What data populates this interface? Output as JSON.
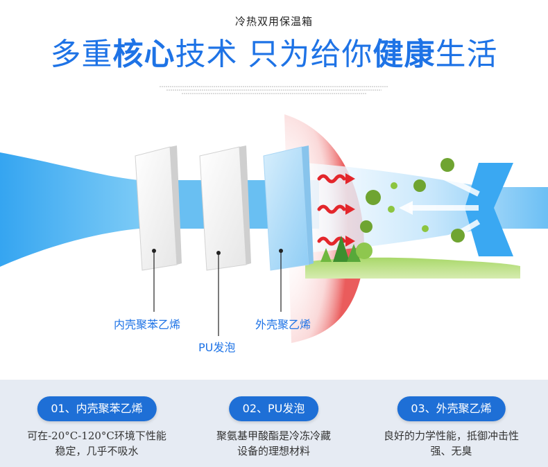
{
  "header": {
    "subtitle": "冷热双用保温箱",
    "headline": {
      "part1": "多重",
      "part2": "核心",
      "part3": "技术 只为给你",
      "part4": "健康",
      "part5": "生活"
    }
  },
  "diagram": {
    "labels": {
      "inner": "内壳聚苯乙烯",
      "middle": "PU发泡",
      "outer": "外壳聚乙烯"
    }
  },
  "features": [
    {
      "title": "01、内壳聚苯乙烯",
      "line1": "可在-20°C-120°C环境下性能",
      "line2": "稳定，几乎不吸水"
    },
    {
      "title": "02、PU发泡",
      "line1": "聚氨基甲酸酯是冷冻冷藏",
      "line2": "设备的理想材料"
    },
    {
      "title": "03、外壳聚乙烯",
      "line1": "良好的力学性能，抵御冲击性",
      "line2": "强、无臭"
    }
  ],
  "colors": {
    "accent": "#1e73e6",
    "pill": "#1e6fd6",
    "heat": "#e3262b"
  }
}
